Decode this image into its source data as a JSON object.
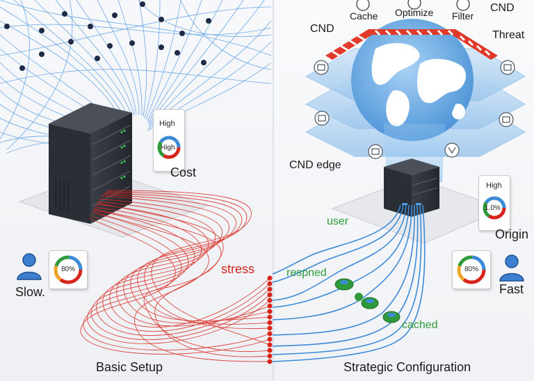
{
  "left": {
    "cost_label": "Cost",
    "cost_badge_top": "High",
    "cost_badge_inner": "High",
    "user_label": "Slow.",
    "user_gauge": "80%",
    "flow_label": "stress",
    "title": "Basic Setup"
  },
  "right": {
    "top_labels": {
      "cache": "Cache",
      "optimize": "Optimize",
      "filter": "Filter",
      "cnd_right": "CND",
      "cnd_left": "CND",
      "threat": "Threat"
    },
    "edge_label": "CND edge",
    "origin_label": "Origin",
    "origin_badge_top": "High",
    "origin_badge_inner": "1.0%",
    "user_flow_label": "user",
    "respond_label": "respned",
    "cached_label": "cached",
    "user_label": "Fast",
    "user_gauge": "80%",
    "title": "Strategic Configuration"
  },
  "colors": {
    "left_bg": "#f0f2f5",
    "right_bg": "#f3f5f8",
    "red_flow": "#d8251c",
    "blue_flow": "#3b8ad8",
    "globe_sea": "#7fb6ea",
    "globe_land": "#ffffff",
    "rack": "#2b2f36",
    "person": "#3c7fd0",
    "green_node": "#2f9a3a"
  },
  "icons": [
    "server-rack-icon",
    "person-icon",
    "gauge-icon",
    "globe-icon",
    "shield-icon",
    "cache-icon",
    "network-icon",
    "flask-icon"
  ]
}
